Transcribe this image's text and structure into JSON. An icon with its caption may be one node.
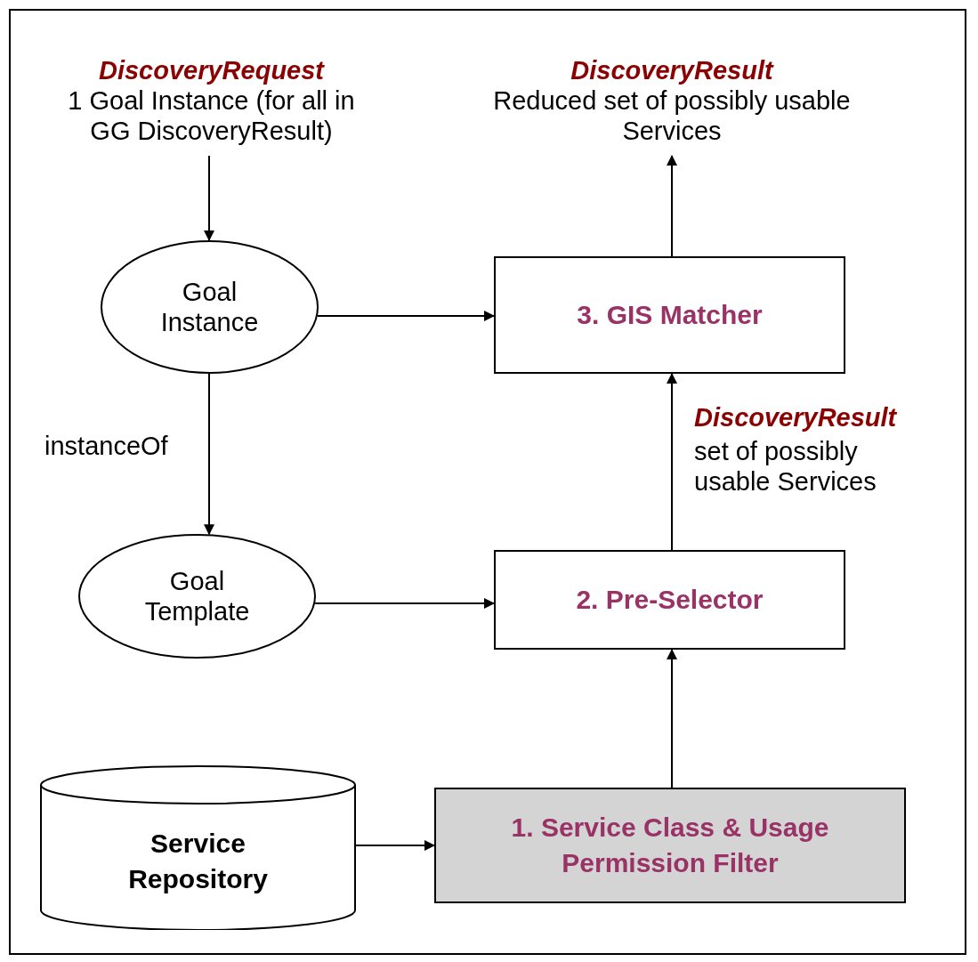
{
  "diagram": {
    "nodes": [
      {
        "text": [
          "DiscoveryRequest",
          "1 Goal Instance (for all in GG DiscoveryResult)"
        ]
      },
      {
        "text": [
          "DiscoveryResult",
          "Reduced set of possibly usable Services"
        ]
      },
      {
        "text": [
          "Goal Instance"
        ]
      },
      {
        "text": [
          "3. GIS Matcher"
        ]
      },
      {
        "text": [
          "Goal Template"
        ]
      },
      {
        "text": [
          "2. Pre-Selector"
        ]
      },
      {
        "text": [
          "Service Repository"
        ]
      },
      {
        "text": [
          "1. Service Class & Usage Permission Filter"
        ]
      }
    ],
    "edges": [
      {
        "from": 0,
        "to": 2,
        "arrow": "to"
      },
      {
        "from": 3,
        "to": 1,
        "arrow": "to"
      },
      {
        "from": 2,
        "to": 3,
        "arrow": "to"
      },
      {
        "from": 2,
        "to": 4,
        "arrow": "to",
        "label": "instanceOf"
      },
      {
        "from": 4,
        "to": 5,
        "arrow": "to"
      },
      {
        "from": 5,
        "to": 3,
        "arrow": "to"
      },
      {
        "from": 7,
        "to": 5,
        "arrow": "to"
      },
      {
        "from": 6,
        "to": 7,
        "arrow": "to"
      }
    ],
    "labels": [
      "DiscoveryResult",
      "set of possibly usable Services"
    ]
  }
}
